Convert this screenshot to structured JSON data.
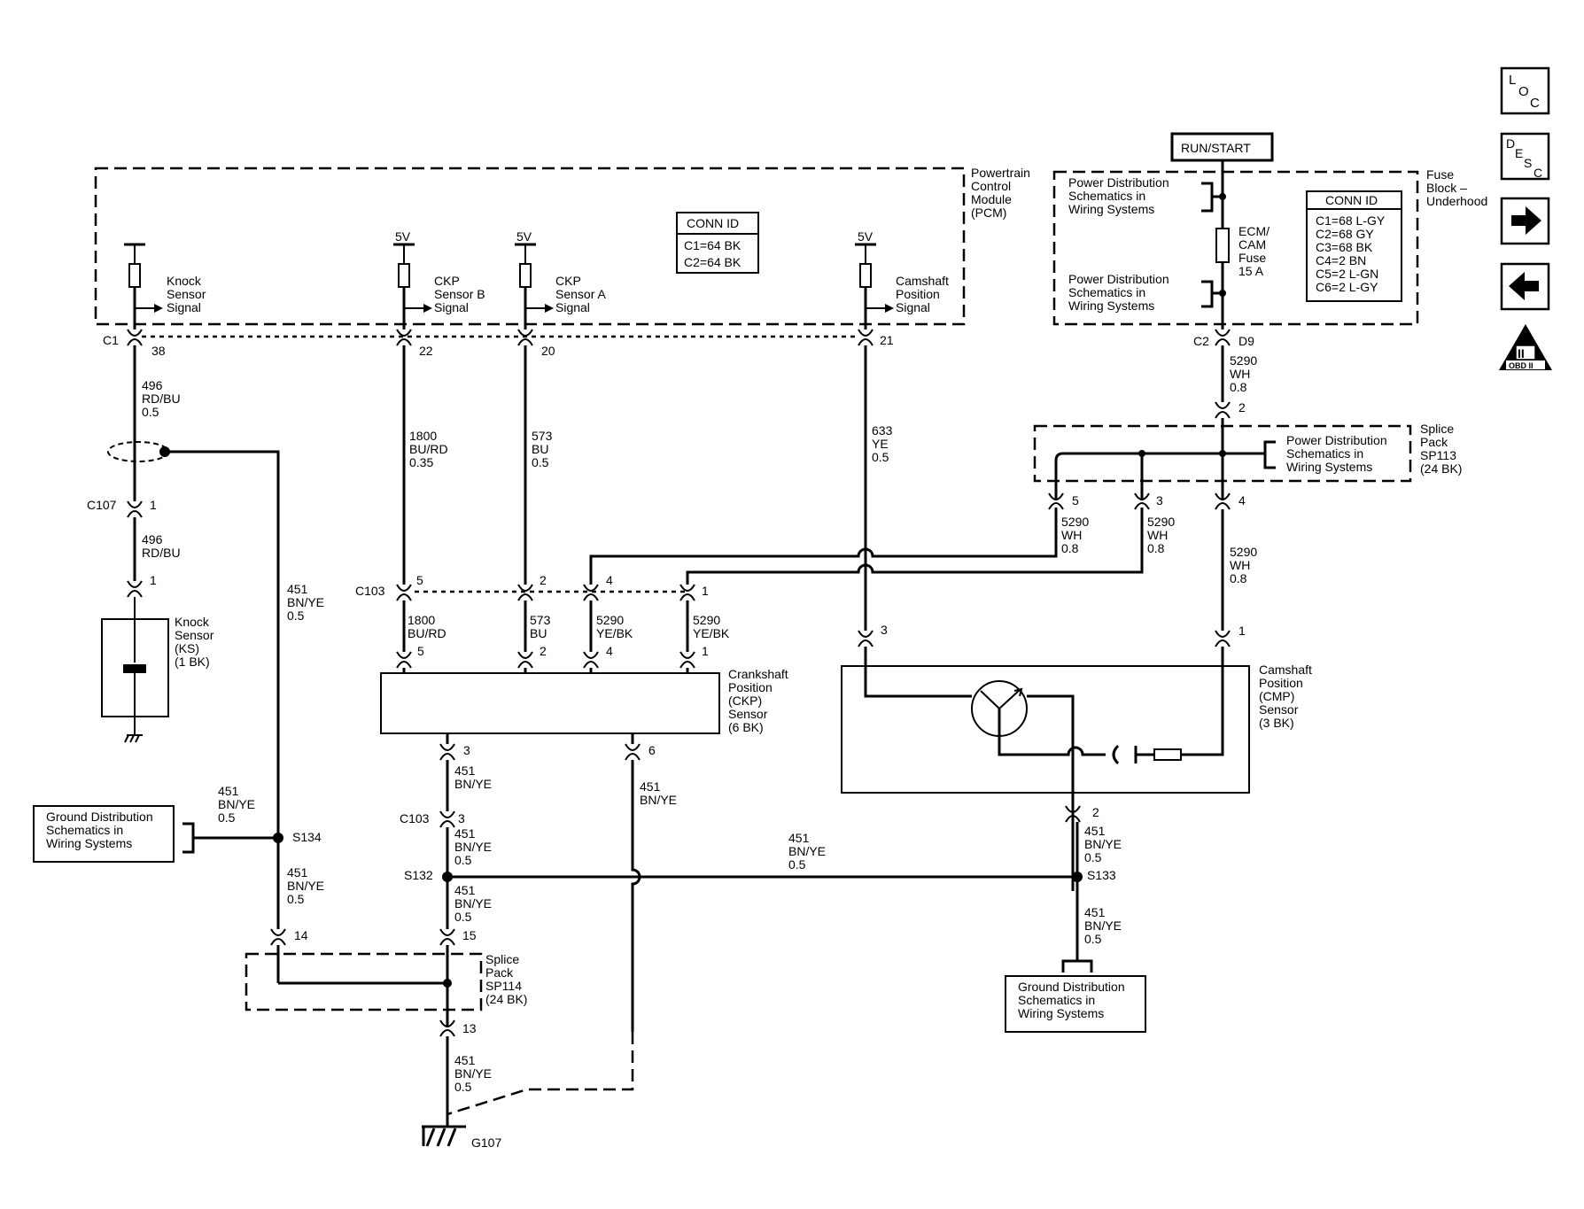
{
  "pcm": {
    "l1": "Powertrain",
    "l2": "Control",
    "l3": "Module",
    "l4": "(PCM)",
    "conn_title": "CONN ID",
    "conn_c1": "C1=64 BK",
    "conn_c2": "C2=64 BK"
  },
  "pcm_signals": {
    "ks": [
      "Knock",
      "Sensor",
      "Signal"
    ],
    "ckpb": [
      "CKP",
      "Sensor B",
      "Signal"
    ],
    "ckpa": [
      "CKP",
      "Sensor A",
      "Signal"
    ],
    "cmp": [
      "Camshaft",
      "Position",
      "Signal"
    ],
    "v5": "5V"
  },
  "fuse_block": {
    "l1": "Fuse",
    "l2": "Block –",
    "l3": "Underhood",
    "run_start": "RUN/START",
    "fuse": [
      "ECM/",
      "CAM",
      "Fuse",
      "15 A"
    ],
    "conn_title": "CONN ID",
    "conns": [
      "C1=68 L-GY",
      "C2=68 GY",
      "C3=68 BK",
      "C4=2 BN",
      "C5=2 L-GN",
      "C6=2 L-GY"
    ]
  },
  "pd_schem": [
    "Power Distribution",
    "Schematics in",
    "Wiring Systems"
  ],
  "gd_schem": [
    "Ground Distribution",
    "Schematics in",
    "Wiring Systems"
  ],
  "sp113": [
    "Splice",
    "Pack",
    "SP113",
    "(24 BK)"
  ],
  "sp114": [
    "Splice",
    "Pack",
    "SP114",
    "(24 BK)"
  ],
  "ks_sensor": [
    "Knock",
    "Sensor",
    "(KS)",
    "(1 BK)"
  ],
  "ckp_sensor": [
    "Crankshaft",
    "Position",
    "(CKP)",
    "Sensor",
    "(6 BK)"
  ],
  "cmp_sensor": [
    "Camshaft",
    "Position",
    "(CMP)",
    "Sensor",
    "(3 BK)"
  ],
  "connectors": {
    "c1": "C1",
    "c2": "C2",
    "c103": "C103",
    "c107": "C107",
    "d9": "D9"
  },
  "pins": {
    "p38": "38",
    "p22": "22",
    "p20": "20",
    "p21": "21",
    "p1": "1",
    "p2": "2",
    "p3": "3",
    "p4": "4",
    "p5": "5",
    "p6": "6",
    "p13": "13",
    "p14": "14",
    "p15": "15"
  },
  "splices": {
    "s132": "S132",
    "s133": "S133",
    "s134": "S134"
  },
  "ground": "G107",
  "wires": {
    "w496": [
      "496",
      "RD/BU",
      "0.5"
    ],
    "w496b": [
      "496",
      "RD/BU"
    ],
    "w1800": [
      "1800",
      "BU/RD",
      "0.35"
    ],
    "w1800b": [
      "1800",
      "BU/RD"
    ],
    "w573": [
      "573",
      "BU",
      "0.5"
    ],
    "w573b": [
      "573",
      "BU"
    ],
    "w633": [
      "633",
      "YE",
      "0.5"
    ],
    "w5290wh": [
      "5290",
      "WH",
      "0.8"
    ],
    "w5290ye": [
      "5290",
      "YE/BK"
    ],
    "w451": [
      "451",
      "BN/YE",
      "0.5"
    ],
    "w451b": [
      "451",
      "BN/YE"
    ]
  },
  "nav": {
    "loc": "LOC",
    "desc": "DESC",
    "obd": "OBD II",
    "obd_roman": "II"
  }
}
